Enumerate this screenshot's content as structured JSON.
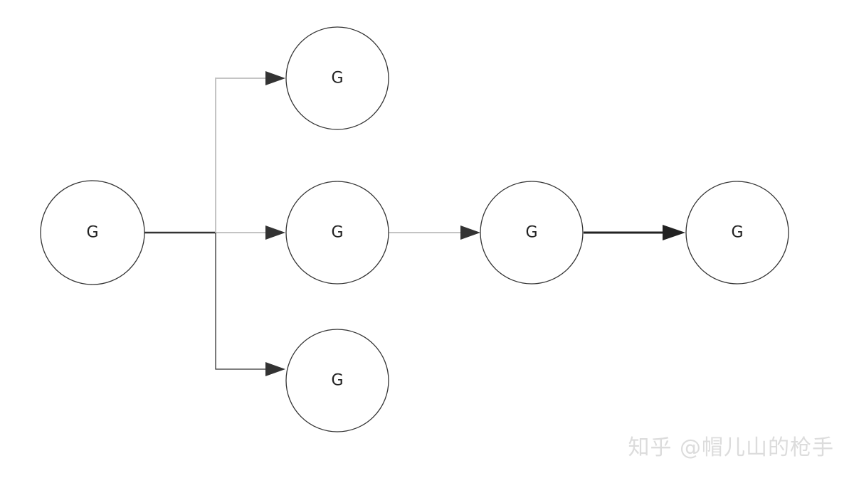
{
  "diagram": {
    "nodes": [
      {
        "id": "n1",
        "label": "G"
      },
      {
        "id": "n2",
        "label": "G"
      },
      {
        "id": "n3",
        "label": "G"
      },
      {
        "id": "n4",
        "label": "G"
      },
      {
        "id": "n5",
        "label": "G"
      },
      {
        "id": "n6",
        "label": "G"
      }
    ],
    "edges": [
      {
        "from": "n1",
        "to": "n2",
        "color": "#bdbdbd"
      },
      {
        "from": "n1",
        "to": "n3",
        "color": "#bdbdbd"
      },
      {
        "from": "n1",
        "to": "n4",
        "color": "#333333"
      },
      {
        "from": "n3",
        "to": "n5",
        "color": "#bdbdbd"
      },
      {
        "from": "n5",
        "to": "n6",
        "color": "#222222"
      }
    ],
    "colors": {
      "node_stroke": "#333333",
      "edge_dark": "#333333",
      "edge_light": "#bdbdbd"
    }
  },
  "watermark": {
    "text": "知乎 @帽儿山的枪手"
  }
}
